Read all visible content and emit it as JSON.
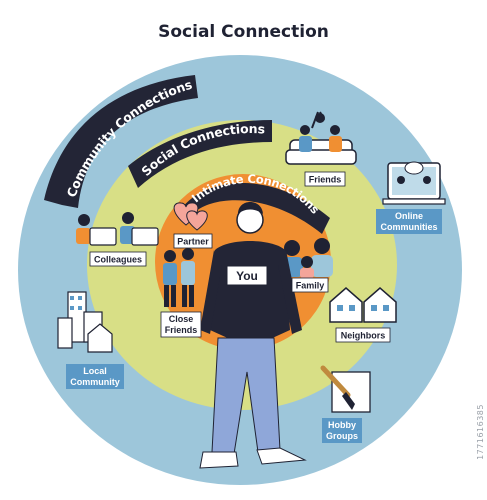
{
  "title": "Social Connection",
  "rings": {
    "community": "Community Connections",
    "social": "Social Connections",
    "intimate": "Intimate Connections"
  },
  "center": {
    "label": "You"
  },
  "nodes": {
    "friends": "Friends",
    "online": [
      "Online",
      "Communities"
    ],
    "colleagues": "Colleagues",
    "partner": "Partner",
    "family": "Family",
    "close_friends": [
      "Close",
      "Friends"
    ],
    "neighbors": "Neighbors",
    "local": [
      "Local",
      "Community"
    ],
    "hobby": [
      "Hobby",
      "Groups"
    ]
  },
  "watermark": "1771616385",
  "colors": {
    "outer_ring": "#9dc6da",
    "middle_ring": "#d8df86",
    "inner_ring": "#f08f32",
    "banner": "#232536",
    "label_box": "#5a98c6",
    "ink": "#1f2233"
  }
}
